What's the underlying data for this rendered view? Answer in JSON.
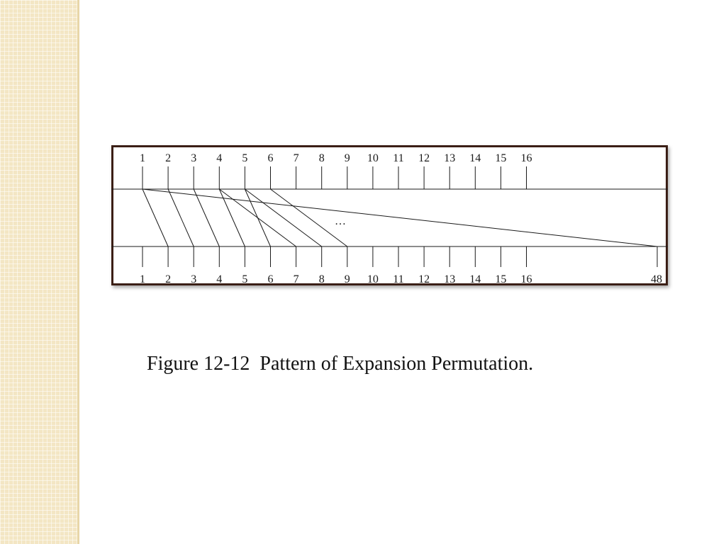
{
  "diagram": {
    "top_labels": [
      "1",
      "2",
      "3",
      "4",
      "5",
      "6",
      "7",
      "8",
      "9",
      "10",
      "11",
      "12",
      "13",
      "14",
      "15",
      "16"
    ],
    "bottom_labels": [
      "1",
      "2",
      "3",
      "4",
      "5",
      "6",
      "7",
      "8",
      "9",
      "10",
      "11",
      "12",
      "13",
      "14",
      "15",
      "16"
    ],
    "bottom_last_label": "48",
    "ellipsis": "…",
    "connections": [
      {
        "from": 1,
        "to": 2
      },
      {
        "from": 2,
        "to": 3
      },
      {
        "from": 3,
        "to": 4
      },
      {
        "from": 4,
        "to": 5
      },
      {
        "from": 4,
        "to": 7
      },
      {
        "from": 5,
        "to": 6
      },
      {
        "from": 5,
        "to": 8
      },
      {
        "from": 6,
        "to": 9
      },
      {
        "from": 1,
        "to": 48
      }
    ]
  },
  "caption": "Figure 12-12  Pattern of Expansion Permutation."
}
